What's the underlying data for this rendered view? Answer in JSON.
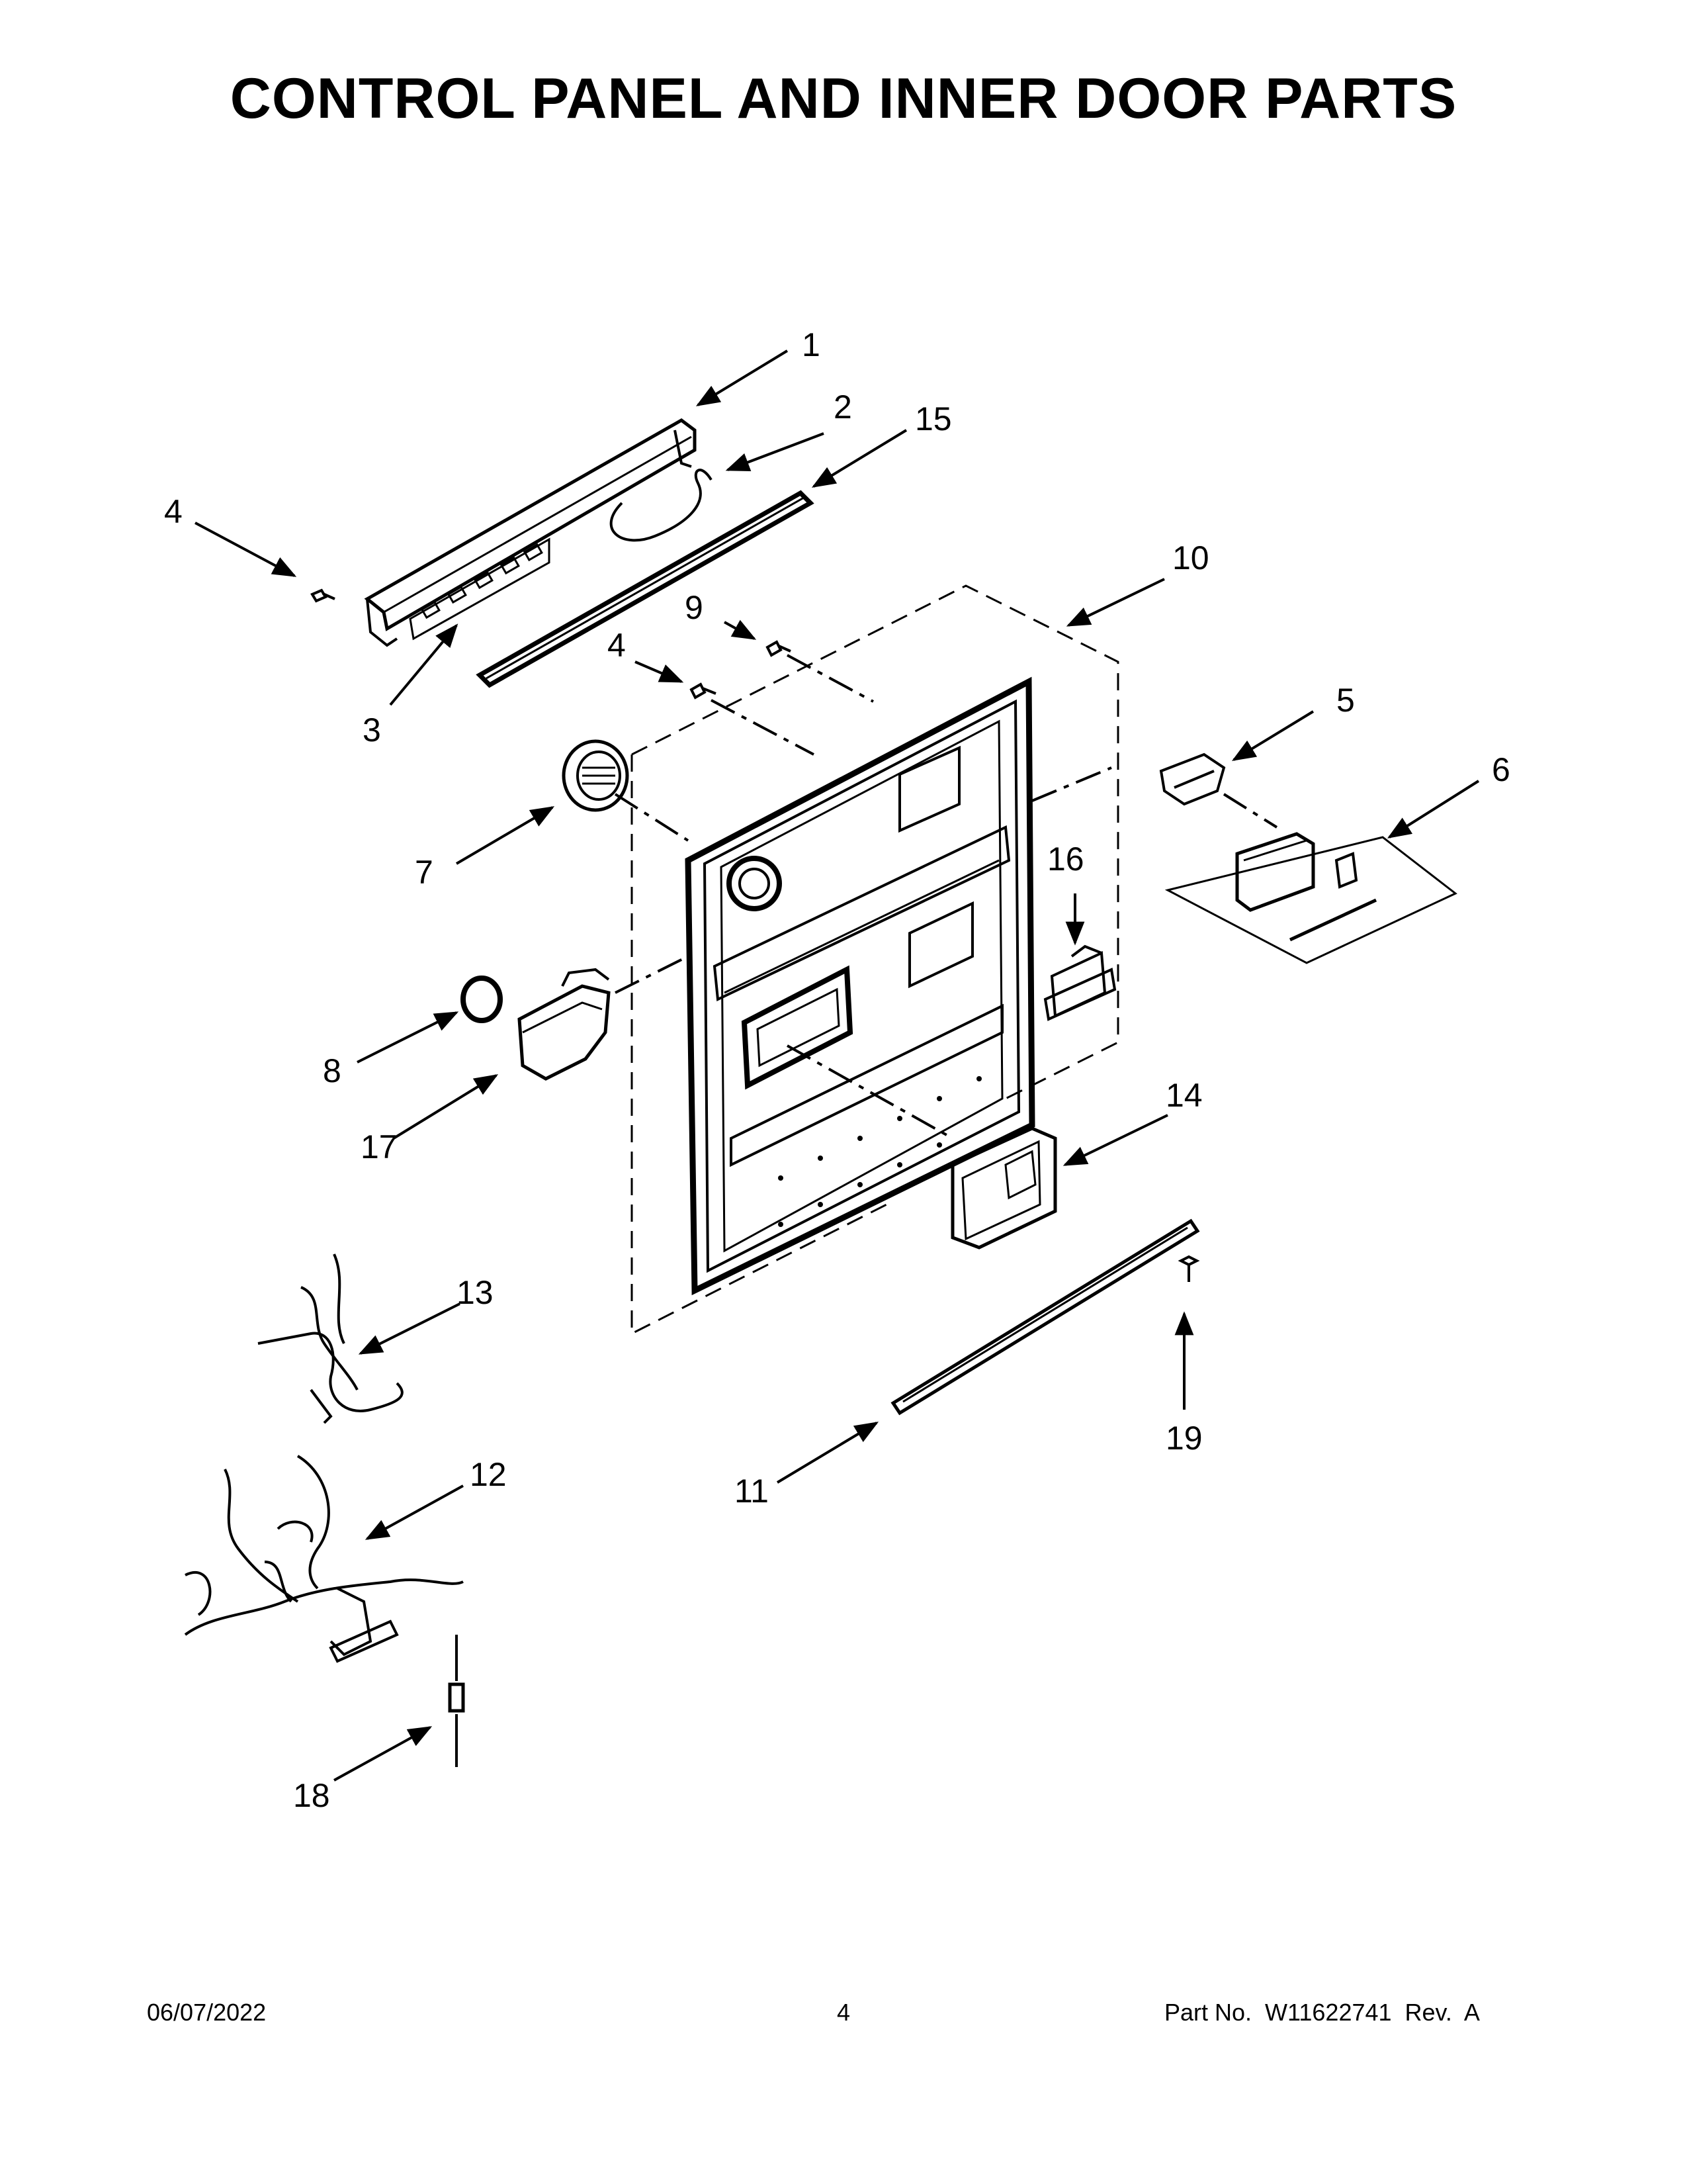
{
  "title": "CONTROL PANEL AND INNER DOOR PARTS",
  "footer": {
    "date": "06/07/2022",
    "page": "4",
    "part_no": "Part No.  W11622741  Rev.  A"
  },
  "callouts": {
    "c1": "1",
    "c2": "2",
    "c3": "3",
    "c4a": "4",
    "c4b": "4",
    "c5": "5",
    "c6": "6",
    "c7": "7",
    "c8": "8",
    "c9": "9",
    "c10": "10",
    "c11": "11",
    "c12": "12",
    "c13": "13",
    "c14": "14",
    "c15": "15",
    "c16": "16",
    "c17": "17",
    "c18": "18",
    "c19": "19"
  }
}
